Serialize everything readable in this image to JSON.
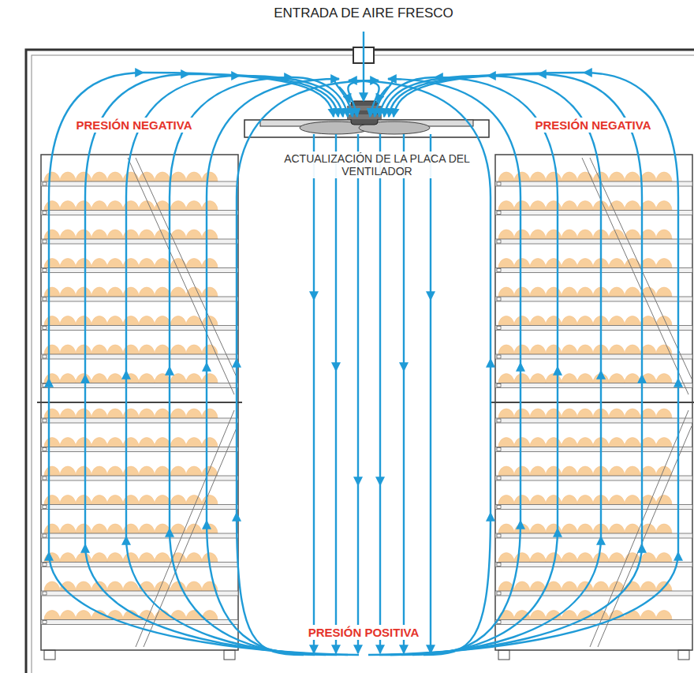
{
  "diagram": {
    "labels": [
      "ENTRADA DE AIRE FRESCO",
      "PRESIÓN NEGATIVA",
      "PRESIÓN NEGATIVA",
      "ACTUALIZACIÓN DE LA PLACA DEL VENTILADOR",
      "PRESIÓN POSITIVA"
    ]
  }
}
